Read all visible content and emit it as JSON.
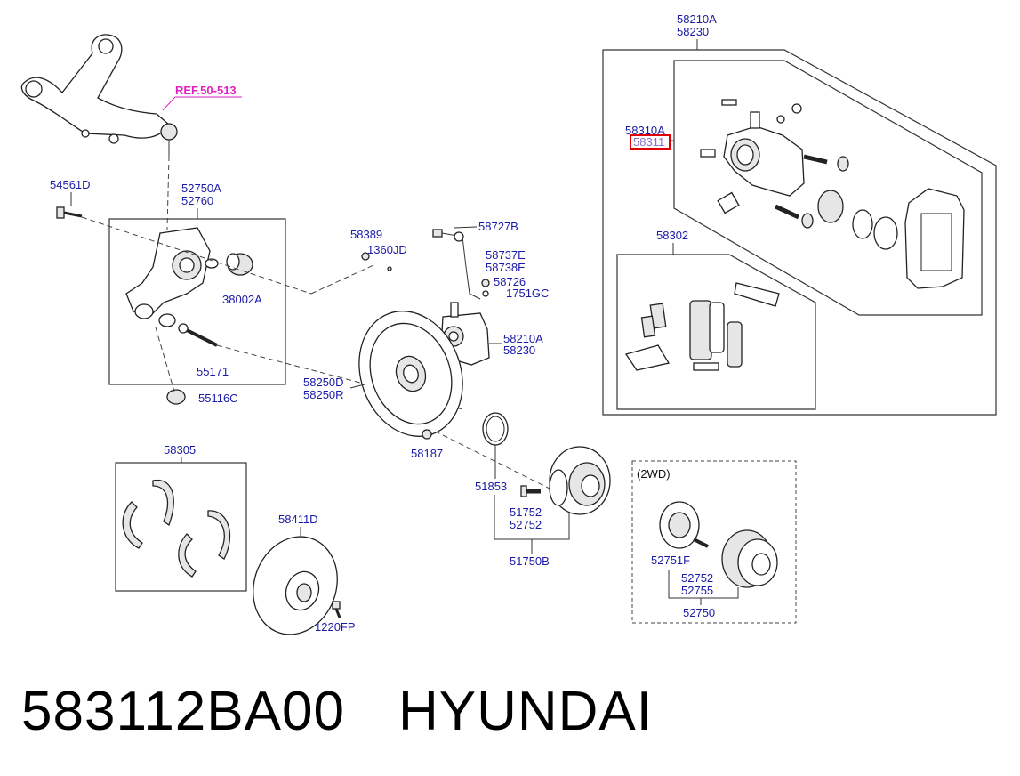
{
  "labels": {
    "ref": "REF.50-513",
    "l54561D": "54561D",
    "l52750A": "52750A",
    "l52760": "52760",
    "l38002A": "38002A",
    "l55171": "55171",
    "l55116C": "55116C",
    "l58389": "58389",
    "l1360JD": "1360JD",
    "l58727B": "58727B",
    "l58737E": "58737E",
    "l58738E": "58738E",
    "l58726": "58726",
    "l1751GC": "1751GC",
    "l58210A_mid": "58210A",
    "l58230_mid": "58230",
    "l58250D": "58250D",
    "l58250R": "58250R",
    "l58187": "58187",
    "l58305": "58305",
    "l58411D": "58411D",
    "l1220FP": "1220FP",
    "l51853": "51853",
    "l51752": "51752",
    "l52752_a": "52752",
    "l51750B": "51750B",
    "l2wd": "(2WD)",
    "l52751F": "52751F",
    "l52752_b": "52752",
    "l52755": "52755",
    "l52750": "52750",
    "l58210A_top": "58210A",
    "l58230_top": "58230",
    "l58310A": "58310A",
    "l58311": "58311",
    "l58302": "58302"
  },
  "caption": {
    "part_number": "583112BA00",
    "brand": "HYUNDAI"
  },
  "colors": {
    "label": "#1a1aa8",
    "reference": "#e020c0",
    "highlight_box": "#e00000"
  }
}
